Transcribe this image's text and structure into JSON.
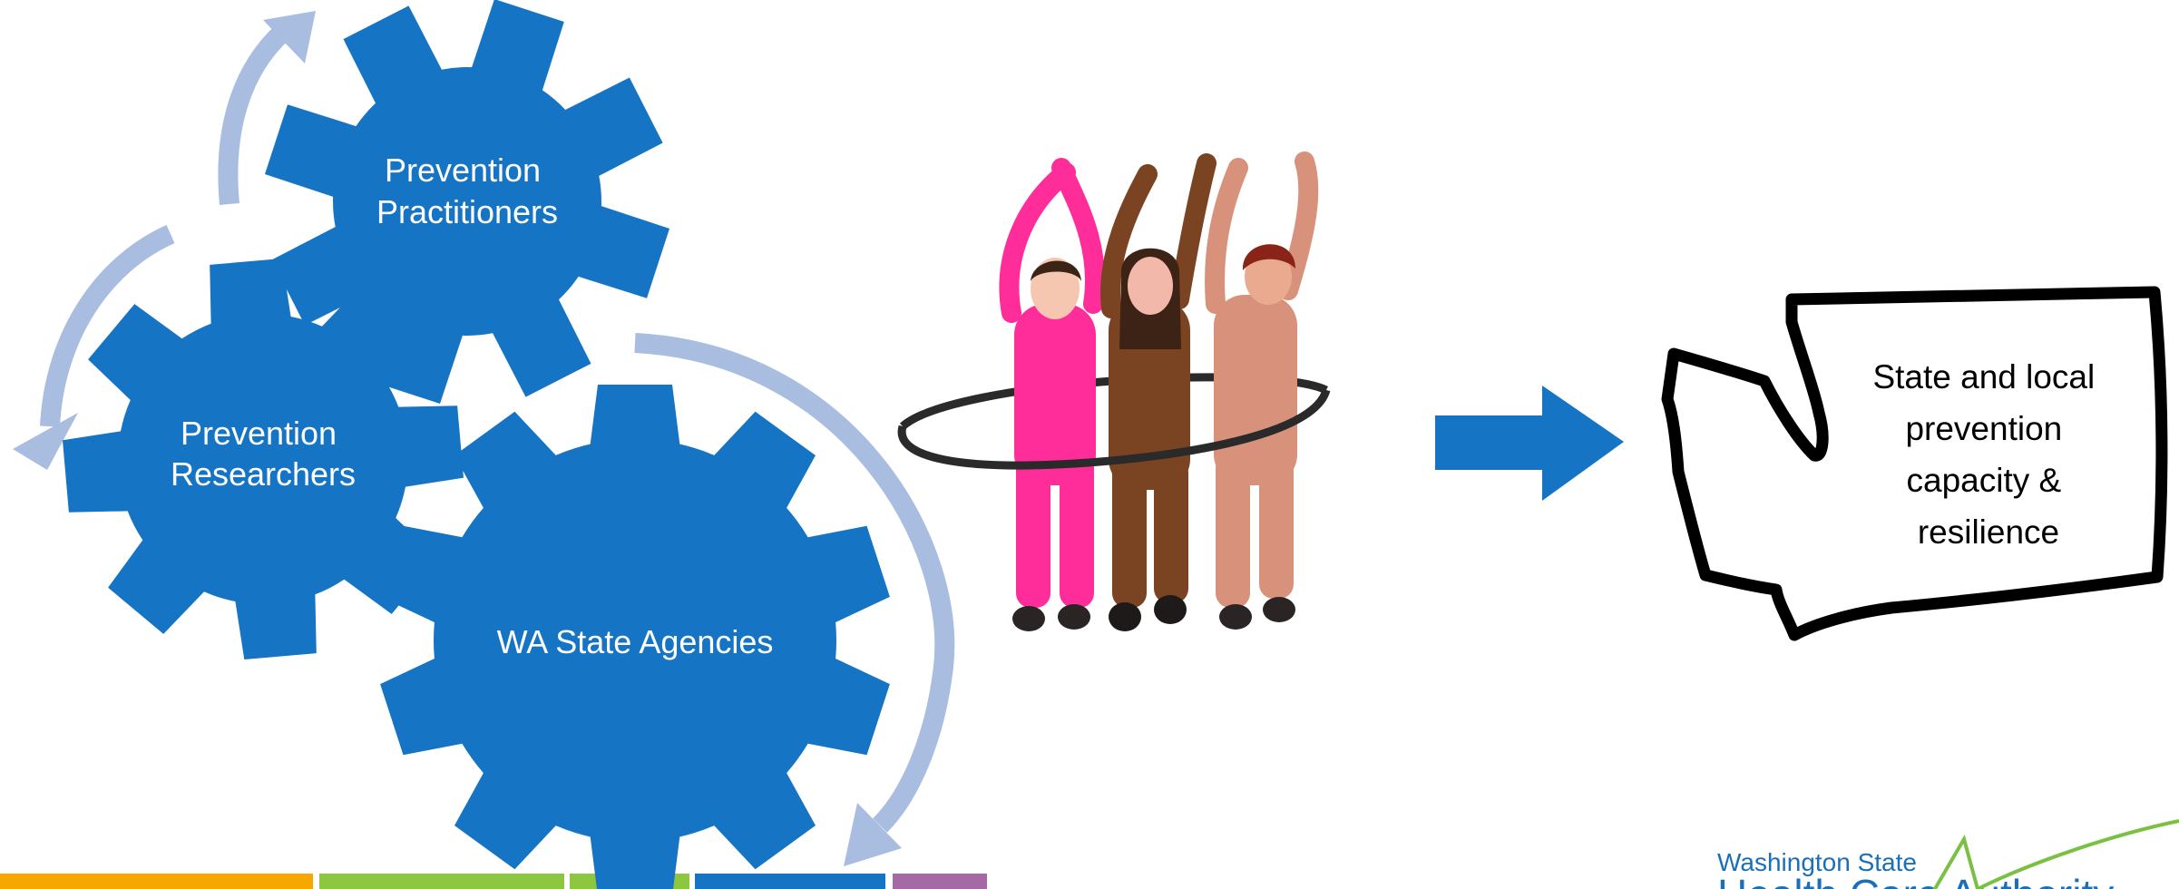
{
  "colors": {
    "gear": "#1674c4",
    "gear_text": "#ffffff",
    "cycle_arrow": "#a9bde0",
    "flow_arrow": "#1674c4",
    "state_outline": "#000000",
    "logo_blue": "#1b6fb8",
    "logo_green": "#7ac143",
    "person_pink": "#ff2d9a",
    "person_brown": "#7a4423",
    "person_tan": "#d8917a",
    "hoop": "#2a2a2a"
  },
  "gears": {
    "practitioners": {
      "lines": [
        "Prevention",
        "Practitioners"
      ]
    },
    "researchers": {
      "lines": [
        "Prevention",
        "Researchers"
      ]
    },
    "agencies": {
      "lines": [
        "WA State Agencies"
      ]
    }
  },
  "outcome": {
    "lines": [
      "State and local",
      "prevention",
      "capacity &",
      "resilience"
    ]
  },
  "logo": {
    "line1": "Washington State",
    "line2_visible": "Health Care Authority"
  },
  "footer_bar_colors": [
    "#f6a800",
    "#8dc63f",
    "#8dc63f",
    "#1674c4",
    "#a56aa5"
  ]
}
